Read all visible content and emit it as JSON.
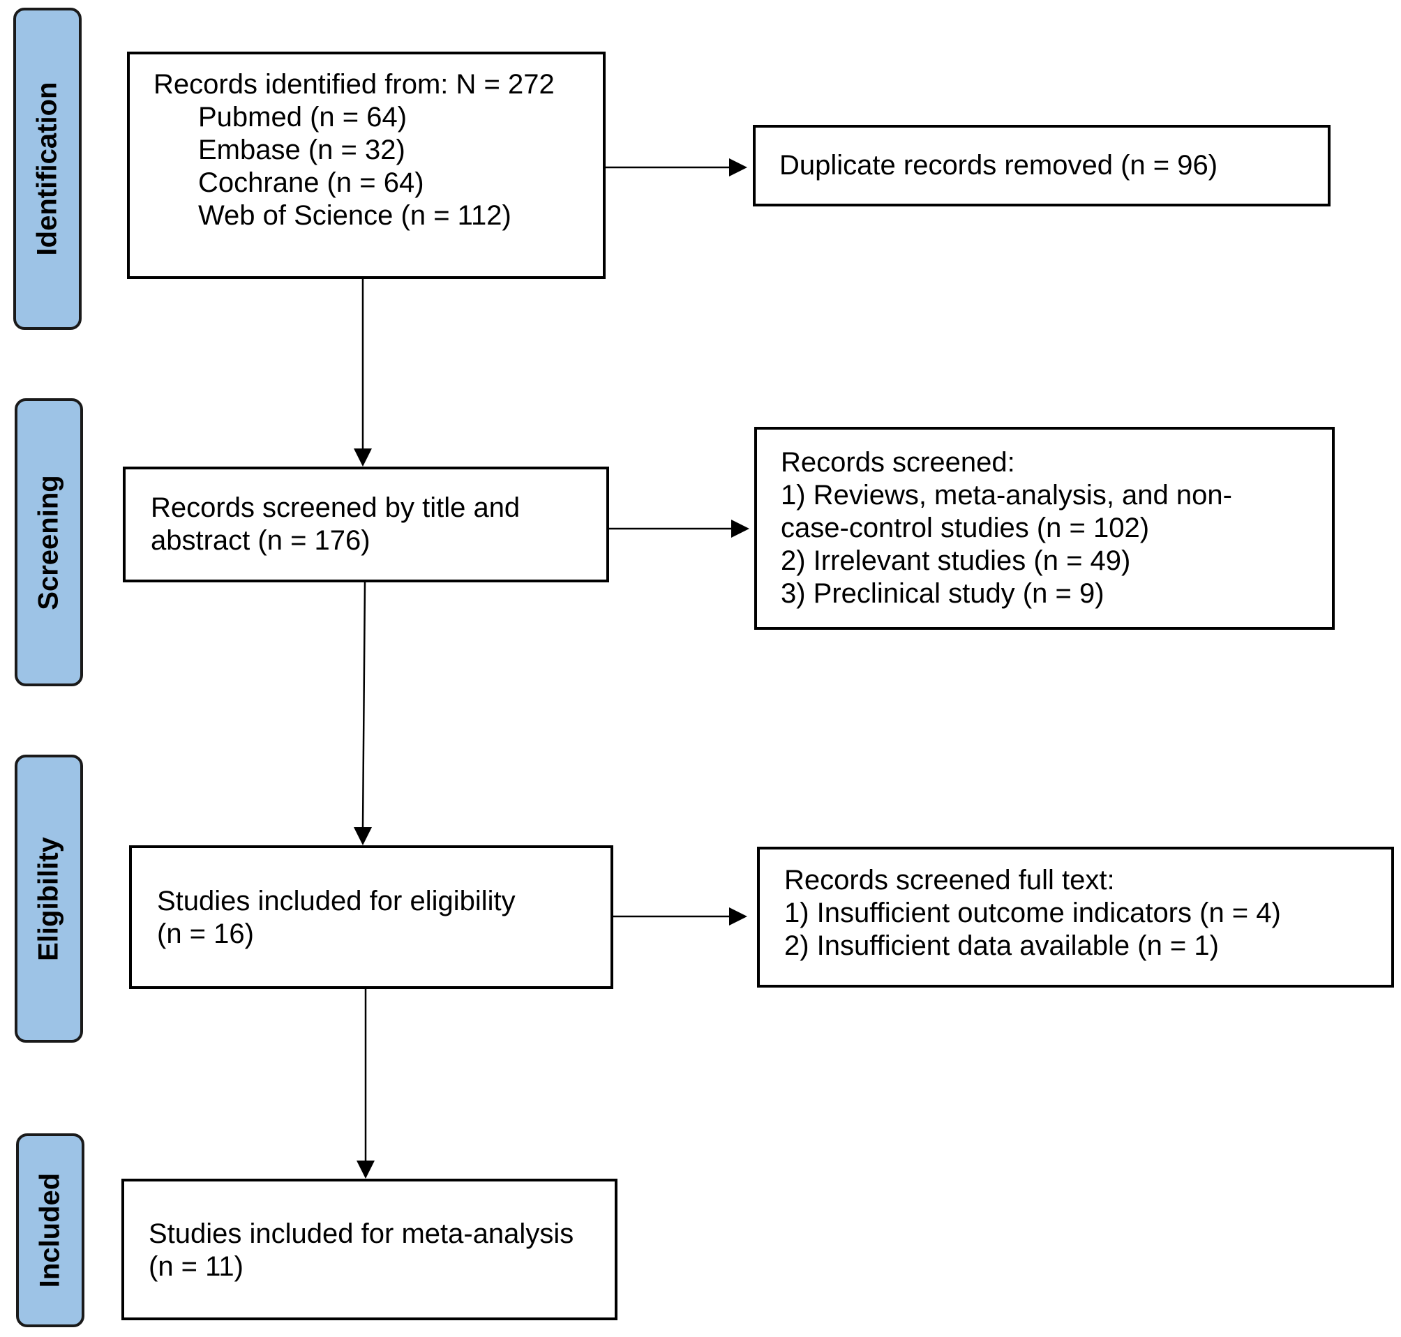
{
  "stages": {
    "identification": "Identification",
    "screening": "Screening",
    "eligibility": "Eligibility",
    "included": "Included"
  },
  "identification": {
    "records": {
      "heading": "Records identified from: N = 272",
      "sources": [
        "Pubmed (n = 64)",
        "Embase (n = 32)",
        "Cochrane (n = 64)",
        "Web of Science (n = 112)"
      ]
    },
    "duplicates": "Duplicate records removed (n = 96)"
  },
  "screening": {
    "main": [
      "Records screened by title and",
      "abstract (n = 176)"
    ],
    "excluded": [
      "Records screened:",
      "1) Reviews, meta-analysis, and non-",
      "case-control studies (n = 102)",
      "2) Irrelevant studies (n = 49)",
      "3) Preclinical study (n = 9)"
    ]
  },
  "eligibility": {
    "main": [
      "Studies included for eligibility",
      "(n = 16)"
    ],
    "excluded": [
      "Records screened full text:",
      "1) Insufficient outcome indicators (n = 4)",
      "2) Insufficient data available (n = 1)"
    ]
  },
  "included": {
    "main": [
      "Studies included for meta-analysis",
      "(n = 11)"
    ]
  },
  "colors": {
    "stage_fill": "#9DC3E6",
    "stage_border": "#1a1a1a",
    "box_border": "#000000",
    "arrow": "#000000"
  }
}
